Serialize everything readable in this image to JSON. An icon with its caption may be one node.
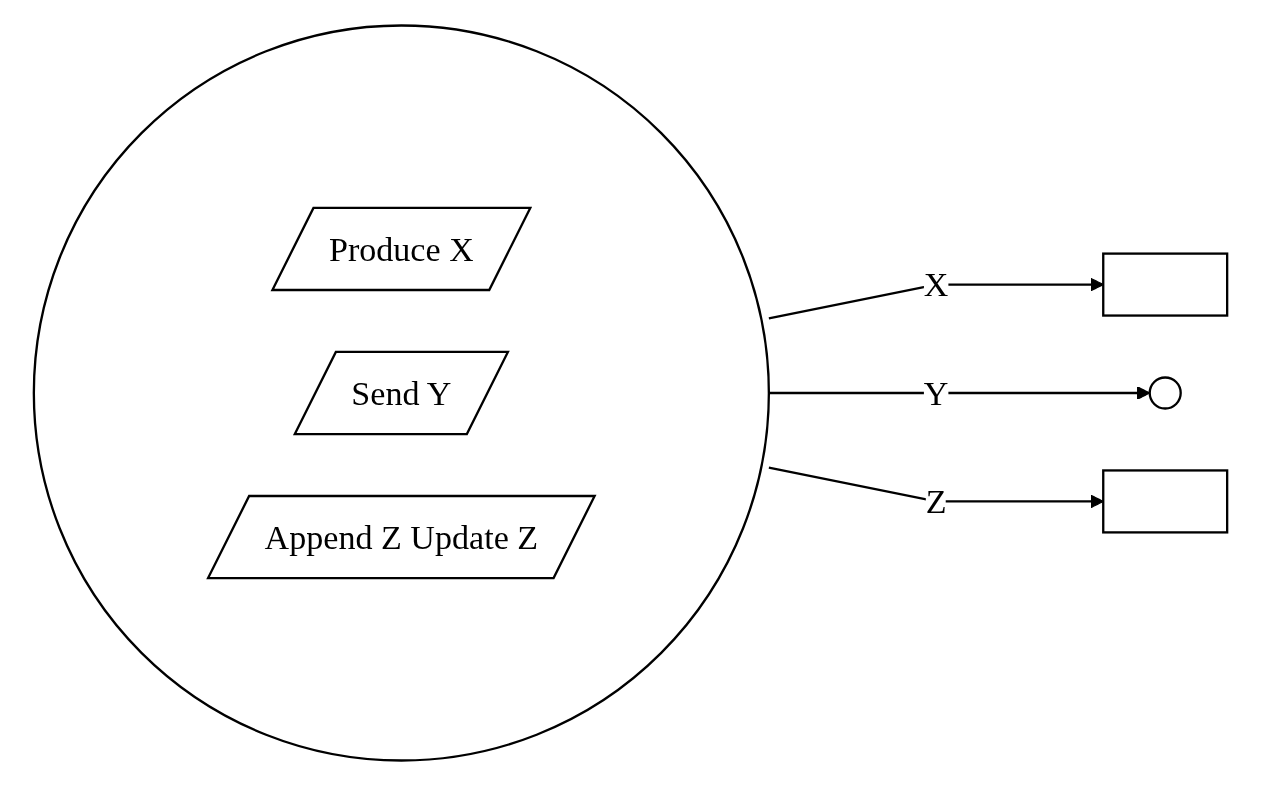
{
  "diagram": {
    "nodes": [
      {
        "text": [],
        "shape": "circle"
      },
      {
        "text": [
          "Produce X"
        ],
        "in": 0
      },
      {
        "text": [
          "Send Y"
        ],
        "in": 0
      },
      {
        "text": [
          "Append Z Update Z"
        ],
        "in": 0
      },
      {
        "text": [],
        "shape": "box"
      },
      {
        "text": [],
        "shape": "circle"
      },
      {
        "text": [],
        "shape": "box"
      }
    ],
    "edges": [
      {
        "from": 0,
        "to": 4,
        "arrow": "to",
        "label": "X"
      },
      {
        "from": 0,
        "to": 5,
        "arrow": "to",
        "label": "Y"
      },
      {
        "from": 0,
        "to": 6,
        "arrow": "to",
        "label": "Z"
      }
    ]
  }
}
